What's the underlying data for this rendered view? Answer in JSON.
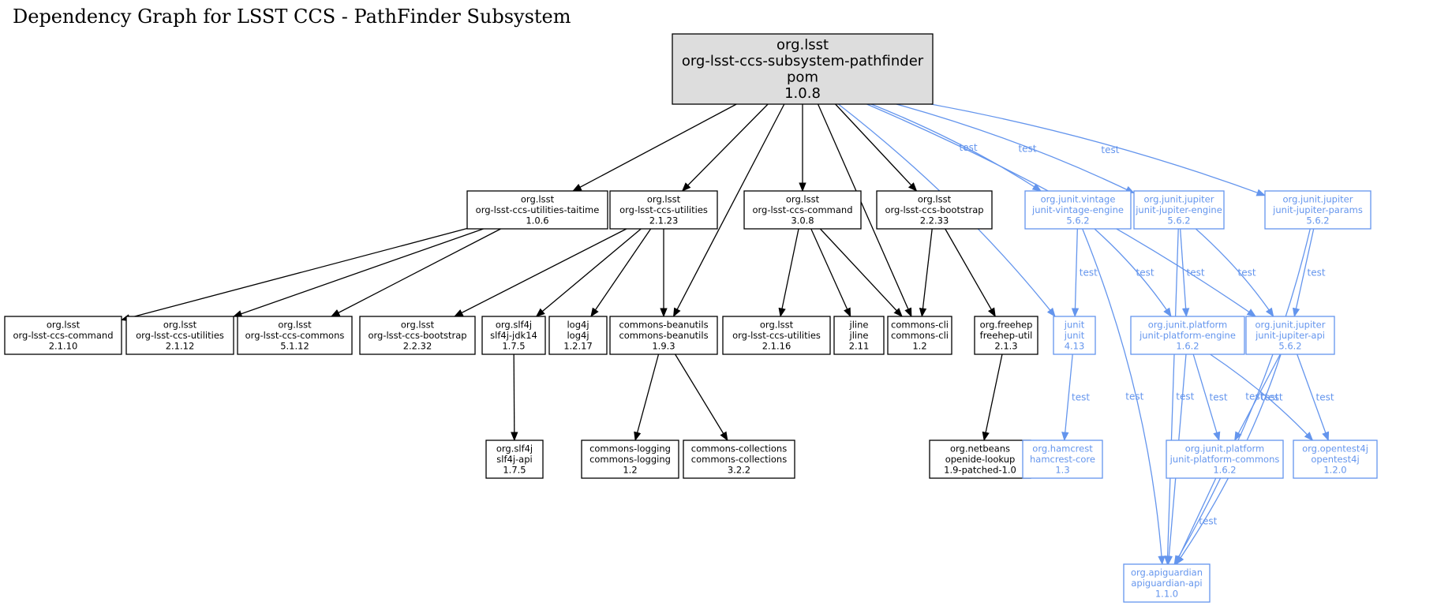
{
  "title": "Dependency Graph for LSST CCS - PathFinder Subsystem",
  "colors": {
    "compile": "#000000",
    "test": "#6495ed",
    "root_fill": "#dddddd"
  },
  "edge_label_test": "test",
  "nodes": [
    {
      "id": "root",
      "scope": "compile",
      "root": true,
      "lines": [
        "org.lsst",
        "org-lsst-ccs-subsystem-pathfinder",
        "pom",
        "1.0.8"
      ]
    },
    {
      "id": "taitime",
      "scope": "compile",
      "lines": [
        "org.lsst",
        "org-lsst-ccs-utilities-taitime",
        "1.0.6"
      ]
    },
    {
      "id": "utilities",
      "scope": "compile",
      "lines": [
        "org.lsst",
        "org-lsst-ccs-utilities",
        "2.1.23"
      ]
    },
    {
      "id": "command",
      "scope": "compile",
      "lines": [
        "org.lsst",
        "org-lsst-ccs-command",
        "3.0.8"
      ]
    },
    {
      "id": "bootstrap",
      "scope": "compile",
      "lines": [
        "org.lsst",
        "org-lsst-ccs-bootstrap",
        "2.2.33"
      ]
    },
    {
      "id": "vintage_engine",
      "scope": "test",
      "lines": [
        "org.junit.vintage",
        "junit-vintage-engine",
        "5.6.2"
      ]
    },
    {
      "id": "jupiter_engine",
      "scope": "test",
      "lines": [
        "org.junit.jupiter",
        "junit-jupiter-engine",
        "5.6.2"
      ]
    },
    {
      "id": "jupiter_params",
      "scope": "test",
      "lines": [
        "org.junit.jupiter",
        "junit-jupiter-params",
        "5.6.2"
      ]
    },
    {
      "id": "command_2110",
      "scope": "compile",
      "lines": [
        "org.lsst",
        "org-lsst-ccs-command",
        "2.1.10"
      ]
    },
    {
      "id": "utilities_2112",
      "scope": "compile",
      "lines": [
        "org.lsst",
        "org-lsst-ccs-utilities",
        "2.1.12"
      ]
    },
    {
      "id": "commons",
      "scope": "compile",
      "lines": [
        "org.lsst",
        "org-lsst-ccs-commons",
        "5.1.12"
      ]
    },
    {
      "id": "bootstrap_2232",
      "scope": "compile",
      "lines": [
        "org.lsst",
        "org-lsst-ccs-bootstrap",
        "2.2.32"
      ]
    },
    {
      "id": "slf4j_jdk14",
      "scope": "compile",
      "lines": [
        "org.slf4j",
        "slf4j-jdk14",
        "1.7.5"
      ]
    },
    {
      "id": "log4j",
      "scope": "compile",
      "lines": [
        "log4j",
        "log4j",
        "1.2.17"
      ]
    },
    {
      "id": "beanutils",
      "scope": "compile",
      "lines": [
        "commons-beanutils",
        "commons-beanutils",
        "1.9.3"
      ]
    },
    {
      "id": "utilities_2116",
      "scope": "compile",
      "lines": [
        "org.lsst",
        "org-lsst-ccs-utilities",
        "2.1.16"
      ]
    },
    {
      "id": "jline",
      "scope": "compile",
      "lines": [
        "jline",
        "jline",
        "2.11"
      ]
    },
    {
      "id": "commons_cli",
      "scope": "compile",
      "lines": [
        "commons-cli",
        "commons-cli",
        "1.2"
      ]
    },
    {
      "id": "freehep",
      "scope": "compile",
      "lines": [
        "org.freehep",
        "freehep-util",
        "2.1.3"
      ]
    },
    {
      "id": "junit",
      "scope": "test",
      "lines": [
        "junit",
        "junit",
        "4.13"
      ]
    },
    {
      "id": "platform_engine",
      "scope": "test",
      "lines": [
        "org.junit.platform",
        "junit-platform-engine",
        "1.6.2"
      ]
    },
    {
      "id": "jupiter_api",
      "scope": "test",
      "lines": [
        "org.junit.jupiter",
        "junit-jupiter-api",
        "5.6.2"
      ]
    },
    {
      "id": "slf4j_api",
      "scope": "compile",
      "lines": [
        "org.slf4j",
        "slf4j-api",
        "1.7.5"
      ]
    },
    {
      "id": "logging",
      "scope": "compile",
      "lines": [
        "commons-logging",
        "commons-logging",
        "1.2"
      ]
    },
    {
      "id": "collections",
      "scope": "compile",
      "lines": [
        "commons-collections",
        "commons-collections",
        "3.2.2"
      ]
    },
    {
      "id": "openide",
      "scope": "compile",
      "lines": [
        "org.netbeans",
        "openide-lookup",
        "1.9-patched-1.0"
      ]
    },
    {
      "id": "hamcrest",
      "scope": "test",
      "lines": [
        "org.hamcrest",
        "hamcrest-core",
        "1.3"
      ]
    },
    {
      "id": "platform_commons",
      "scope": "test",
      "lines": [
        "org.junit.platform",
        "junit-platform-commons",
        "1.6.2"
      ]
    },
    {
      "id": "opentest4j",
      "scope": "test",
      "lines": [
        "org.opentest4j",
        "opentest4j",
        "1.2.0"
      ]
    },
    {
      "id": "apiguardian",
      "scope": "test",
      "lines": [
        "org.apiguardian",
        "apiguardian-api",
        "1.1.0"
      ]
    }
  ],
  "edges": [
    {
      "from": "root",
      "to": "taitime",
      "scope": "compile"
    },
    {
      "from": "root",
      "to": "utilities",
      "scope": "compile"
    },
    {
      "from": "root",
      "to": "beanutils",
      "scope": "compile"
    },
    {
      "from": "root",
      "to": "command",
      "scope": "compile"
    },
    {
      "from": "root",
      "to": "commons_cli",
      "scope": "compile"
    },
    {
      "from": "root",
      "to": "bootstrap",
      "scope": "compile"
    },
    {
      "from": "root",
      "to": "junit",
      "scope": "test",
      "label": true
    },
    {
      "from": "root",
      "to": "vintage_engine",
      "scope": "test",
      "label": true
    },
    {
      "from": "root",
      "to": "jupiter_engine",
      "scope": "test",
      "label": true
    },
    {
      "from": "root",
      "to": "jupiter_api",
      "scope": "test",
      "label": true
    },
    {
      "from": "root",
      "to": "jupiter_params",
      "scope": "test",
      "label": true
    },
    {
      "from": "taitime",
      "to": "command_2110",
      "scope": "compile"
    },
    {
      "from": "taitime",
      "to": "utilities_2112",
      "scope": "compile"
    },
    {
      "from": "taitime",
      "to": "commons",
      "scope": "compile"
    },
    {
      "from": "utilities",
      "to": "bootstrap_2232",
      "scope": "compile"
    },
    {
      "from": "utilities",
      "to": "slf4j_jdk14",
      "scope": "compile"
    },
    {
      "from": "utilities",
      "to": "log4j",
      "scope": "compile"
    },
    {
      "from": "utilities",
      "to": "beanutils",
      "scope": "compile"
    },
    {
      "from": "command",
      "to": "utilities_2116",
      "scope": "compile"
    },
    {
      "from": "command",
      "to": "jline",
      "scope": "compile"
    },
    {
      "from": "command",
      "to": "commons_cli",
      "scope": "compile"
    },
    {
      "from": "bootstrap",
      "to": "commons_cli",
      "scope": "compile"
    },
    {
      "from": "bootstrap",
      "to": "freehep",
      "scope": "compile"
    },
    {
      "from": "vintage_engine",
      "to": "junit",
      "scope": "test",
      "label": true
    },
    {
      "from": "vintage_engine",
      "to": "platform_engine",
      "scope": "test",
      "label": true
    },
    {
      "from": "vintage_engine",
      "to": "apiguardian",
      "scope": "test",
      "label": true
    },
    {
      "from": "jupiter_engine",
      "to": "platform_engine",
      "scope": "test",
      "label": true
    },
    {
      "from": "jupiter_engine",
      "to": "jupiter_api",
      "scope": "test",
      "label": true
    },
    {
      "from": "jupiter_engine",
      "to": "apiguardian",
      "scope": "test",
      "label": true
    },
    {
      "from": "jupiter_params",
      "to": "jupiter_api",
      "scope": "test",
      "label": true
    },
    {
      "from": "jupiter_params",
      "to": "apiguardian",
      "scope": "test",
      "label": true
    },
    {
      "from": "slf4j_jdk14",
      "to": "slf4j_api",
      "scope": "compile"
    },
    {
      "from": "beanutils",
      "to": "logging",
      "scope": "compile"
    },
    {
      "from": "beanutils",
      "to": "collections",
      "scope": "compile"
    },
    {
      "from": "freehep",
      "to": "openide",
      "scope": "compile"
    },
    {
      "from": "junit",
      "to": "hamcrest",
      "scope": "test",
      "label": true
    },
    {
      "from": "platform_engine",
      "to": "platform_commons",
      "scope": "test",
      "label": true
    },
    {
      "from": "platform_engine",
      "to": "opentest4j",
      "scope": "test",
      "label": true
    },
    {
      "from": "platform_engine",
      "to": "apiguardian",
      "scope": "test",
      "label": true
    },
    {
      "from": "jupiter_api",
      "to": "platform_commons",
      "scope": "test",
      "label": true
    },
    {
      "from": "jupiter_api",
      "to": "opentest4j",
      "scope": "test",
      "label": true
    },
    {
      "from": "jupiter_api",
      "to": "apiguardian",
      "scope": "test",
      "label": true
    },
    {
      "from": "platform_commons",
      "to": "apiguardian",
      "scope": "test",
      "label": true
    }
  ]
}
